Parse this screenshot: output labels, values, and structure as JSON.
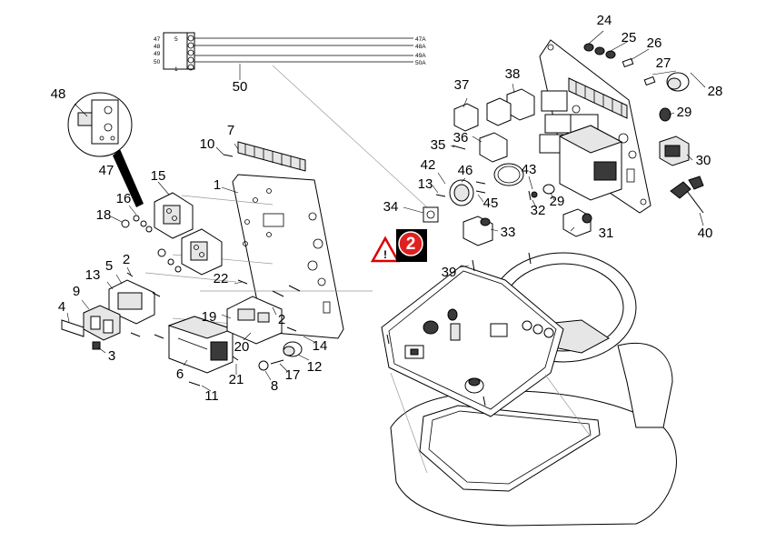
{
  "warning": {
    "number": "2",
    "symbol": "!"
  },
  "wiring_labels": {
    "left": [
      "47",
      "48",
      "49",
      "50"
    ],
    "terminal_top": "5",
    "terminal_bottom": "1",
    "right": [
      "47A",
      "48A",
      "49A",
      "50A"
    ]
  },
  "callouts": {
    "c1": "1",
    "c2a": "2",
    "c2b": "2",
    "c3": "3",
    "c4": "4",
    "c5": "5",
    "c6": "6",
    "c7": "7",
    "c8": "8",
    "c9": "9",
    "c10": "10",
    "c11": "11",
    "c12": "12",
    "c13a": "13",
    "c13b": "13",
    "c14": "14",
    "c15": "15",
    "c16": "16",
    "c17": "17",
    "c18": "18",
    "c19": "19",
    "c20": "20",
    "c21": "21",
    "c22": "22",
    "c24": "24",
    "c25": "25",
    "c26": "26",
    "c27": "27",
    "c28": "28",
    "c29a": "29",
    "c29b": "29",
    "c30": "30",
    "c31": "31",
    "c32": "32",
    "c33": "33",
    "c34": "34",
    "c35": "35",
    "c36": "36",
    "c37": "37",
    "c38": "38",
    "c39": "39",
    "c40": "40",
    "c42": "42",
    "c43": "43",
    "c45": "45",
    "c46": "46",
    "c47": "47",
    "c48": "48",
    "c50": "50"
  }
}
